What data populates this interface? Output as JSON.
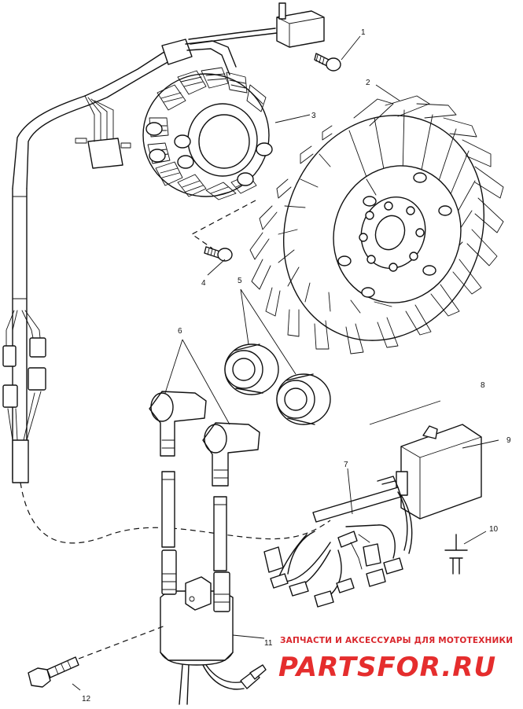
{
  "callouts": [
    {
      "id": "1",
      "text": "1"
    },
    {
      "id": "2",
      "text": "2"
    },
    {
      "id": "3",
      "text": "3"
    },
    {
      "id": "4",
      "text": "4"
    },
    {
      "id": "5",
      "text": "5"
    },
    {
      "id": "6",
      "text": "6"
    },
    {
      "id": "7",
      "text": "7"
    },
    {
      "id": "8",
      "text": "8"
    },
    {
      "id": "9",
      "text": "9"
    },
    {
      "id": "10",
      "text": "10"
    },
    {
      "id": "11",
      "text": "11"
    },
    {
      "id": "12",
      "text": "12"
    }
  ],
  "watermark": {
    "tagline": "ЗАПЧАСТИ И АКСЕССУАРЫ ДЛЯ МОТОТЕХНИКИ",
    "logo": "PARTSFOR.RU",
    "color": "#e52d2d"
  }
}
